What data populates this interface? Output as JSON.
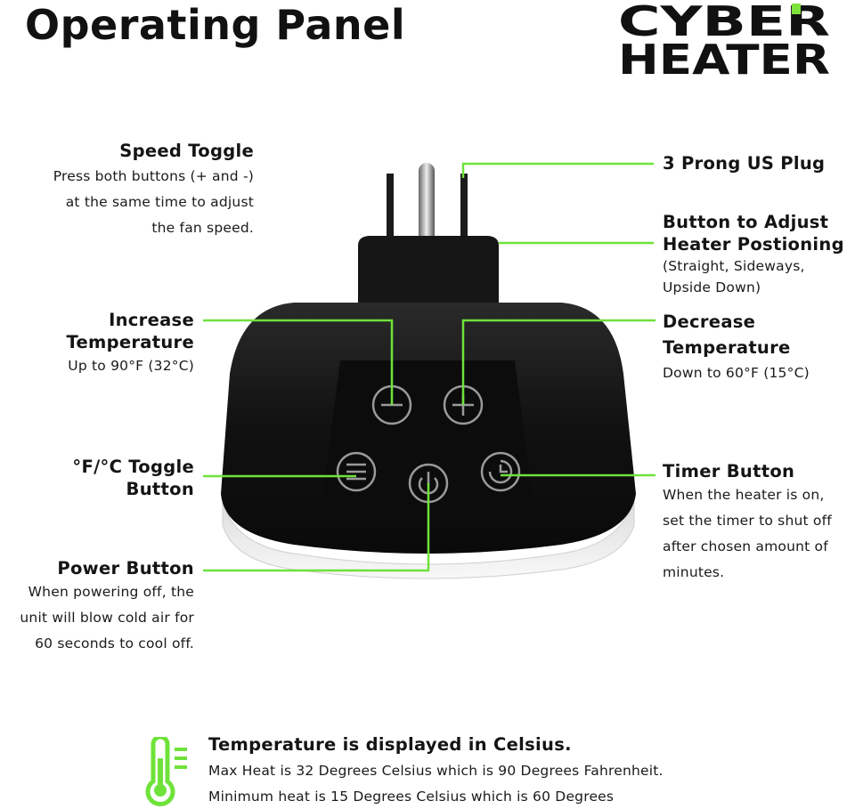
{
  "header": {
    "title": "Operating Panel"
  },
  "logo": {
    "line1": "CYBER",
    "line2": "HEATER",
    "accent_color": "#7ee33a"
  },
  "colors": {
    "callout_line": "#6fe23a",
    "device_body": "#111111",
    "text": "#141414"
  },
  "callouts": {
    "speed_toggle": {
      "title": "Speed Toggle",
      "desc": [
        "Press both buttons (+ and -)",
        "at the same time to adjust",
        "the fan speed."
      ]
    },
    "increase_temp": {
      "title_lines": [
        "Increase",
        "Temperature"
      ],
      "desc": "Up to 90°F (32°C)"
    },
    "fc_toggle": {
      "title_lines": [
        "°F/°C Toggle",
        "Button"
      ]
    },
    "power_button": {
      "title": "Power Button",
      "desc": [
        "When powering off, the",
        "unit will blow cold air for",
        "60 seconds to cool off."
      ]
    },
    "plug": {
      "title": "3 Prong US Plug"
    },
    "adjust_button": {
      "title_lines": [
        "Button to Adjust",
        "Heater Postioning"
      ],
      "desc": [
        "(Straight, Sideways,",
        "Upside Down)"
      ]
    },
    "decrease_temp": {
      "title_lines": [
        "Decrease",
        "Temperature"
      ],
      "desc": "Down to 60°F (15°C)"
    },
    "timer_button": {
      "title": "Timer Button",
      "desc": [
        "When the heater is on,",
        "set the timer to shut off",
        "after chosen amount of",
        "minutes."
      ]
    }
  },
  "footer": {
    "icon": "thermometer-icon",
    "title": "Temperature is displayed in Celsius.",
    "line1": "Max Heat is 32 Degrees Celsius which is 90 Degrees Fahrenheit.",
    "line2": "Minimum heat is 15 Degrees Celsius which is 60 Degrees"
  }
}
